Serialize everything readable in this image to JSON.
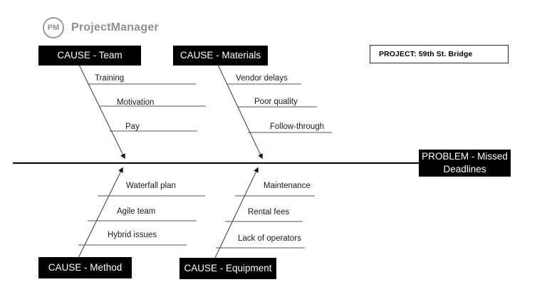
{
  "brand": {
    "mark": "PM",
    "name": "ProjectManager",
    "color": "#8f8f8f"
  },
  "project_label": {
    "text": "PROJECT: 59th St. Bridge"
  },
  "problem": {
    "line1": "PROBLEM - Missed",
    "line2": "Deadlines"
  },
  "colors": {
    "box_fill": "#000000",
    "box_text": "#ffffff",
    "line": "#3a3a3a",
    "spine": "#000000",
    "page_bg": "#ffffff"
  },
  "chart_data": {
    "type": "diagram",
    "diagram_type": "fishbone",
    "title": "PROBLEM - Missed Deadlines",
    "project": "PROJECT: 59th St. Bridge",
    "effect": "Missed Deadlines",
    "categories": [
      {
        "name": "CAUSE - Team",
        "position": "top-left",
        "causes": [
          "Training",
          "Motivation",
          "Pay"
        ]
      },
      {
        "name": "CAUSE - Materials",
        "position": "top-right",
        "causes": [
          "Vendor delays",
          "Poor quality",
          "Follow-through"
        ]
      },
      {
        "name": "CAUSE - Method",
        "position": "bottom-left",
        "causes": [
          "Waterfall plan",
          "Agile team",
          "Hybrid issues"
        ]
      },
      {
        "name": "CAUSE - Equipment",
        "position": "bottom-right",
        "causes": [
          "Maintenance",
          "Rental fees",
          "Lack of operators"
        ]
      }
    ]
  },
  "boxes": {
    "team": "CAUSE - Team",
    "materials": "CAUSE - Materials",
    "method": "CAUSE - Method",
    "equipment": "CAUSE - Equipment"
  },
  "sublabels": {
    "team": [
      "Training",
      "Motivation",
      "Pay"
    ],
    "materials": [
      "Vendor delays",
      "Poor quality",
      "Follow-through"
    ],
    "method": [
      "Waterfall plan",
      "Agile team",
      "Hybrid issues"
    ],
    "equipment": [
      "Maintenance",
      "Rental fees",
      "Lack of operators"
    ]
  }
}
